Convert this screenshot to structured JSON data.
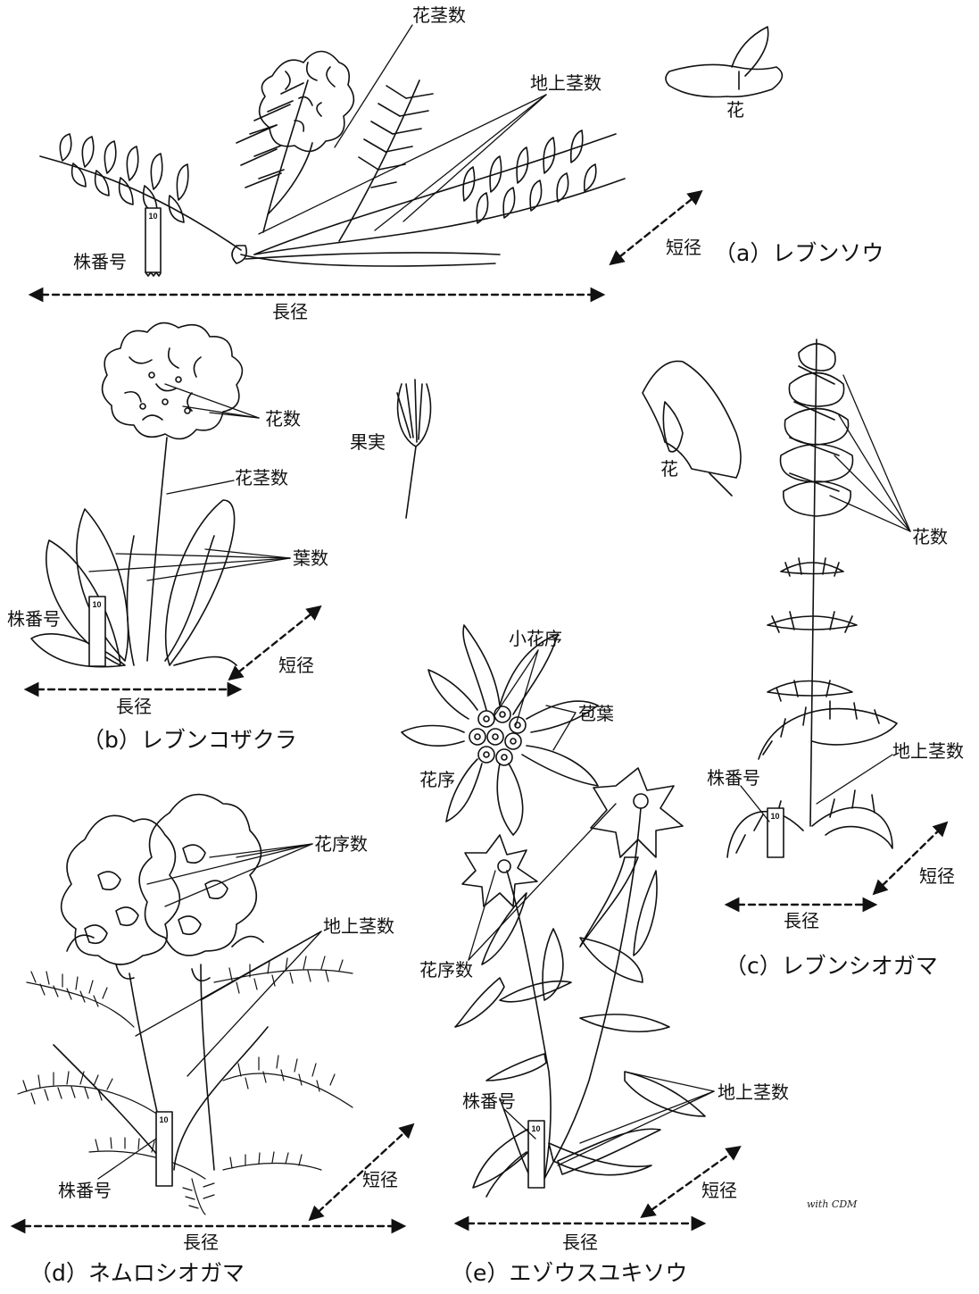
{
  "plots": [
    {
      "caption": "（a）レブンソウ",
      "labels": {
        "flower_stem_count": "花茎数",
        "aboveground_stem_count": "地上茎数",
        "flower": "花",
        "plant_number": "株番号",
        "short_diameter": "短径",
        "long_diameter": "長径"
      }
    },
    {
      "caption": "（b）レブンコザクラ",
      "labels": {
        "flower_count": "花数",
        "flower_stem_count": "花茎数",
        "leaf_count": "葉数",
        "plant_number": "株番号",
        "short_diameter": "短径",
        "long_diameter": "長径",
        "fruit": "果実"
      }
    },
    {
      "caption": "（c）レブンシオガマ",
      "labels": {
        "flower": "花",
        "flower_count": "花数",
        "aboveground_stem_count": "地上茎数",
        "plant_number": "株番号",
        "short_diameter": "短径",
        "long_diameter": "長径"
      }
    },
    {
      "caption": "（d）ネムロシオガマ",
      "labels": {
        "inflorescence_count": "花序数",
        "aboveground_stem_count": "地上茎数",
        "plant_number": "株番号",
        "short_diameter": "短径",
        "long_diameter": "長径"
      }
    },
    {
      "caption": "（e）エゾウスユキソウ",
      "labels": {
        "inflorescence_count": "花序数",
        "aboveground_stem_count": "地上茎数",
        "plant_number": "株番号",
        "short_diameter": "短径",
        "long_diameter": "長径"
      }
    }
  ],
  "inflorescence_detail": {
    "floret": "小花序",
    "bract": "苞葉",
    "inflorescence": "花序"
  },
  "tag_number": "10",
  "signature": "with CDM",
  "colors": {
    "ink": "#111111",
    "background": "#ffffff"
  },
  "icons": [
    "dashed-double-arrow",
    "plant-number-tag",
    "leader-line"
  ]
}
